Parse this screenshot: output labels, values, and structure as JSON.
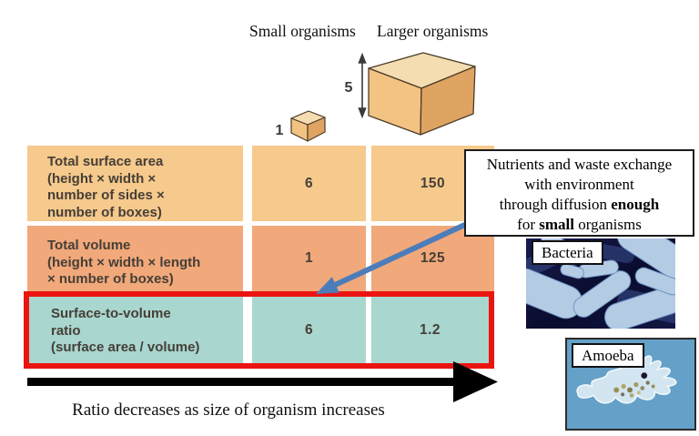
{
  "headers": {
    "small": "Small organisms",
    "larger": "Larger organisms"
  },
  "cubes": {
    "small_scale": "1",
    "large_scale": "5"
  },
  "table": {
    "rows": [
      {
        "label_lines": [
          "Total surface area",
          "(height × width ×",
          "number of sides ×",
          "number of boxes)"
        ],
        "values": [
          "6",
          "150"
        ]
      },
      {
        "label_lines": [
          "Total volume",
          "(height × width × length",
          "× number of boxes)"
        ],
        "values": [
          "1",
          "125"
        ]
      },
      {
        "label_lines": [
          "Surface-to-volume",
          "ratio",
          "(surface area  /  volume)"
        ],
        "values": [
          "6",
          "1.2"
        ],
        "highlighted": true
      }
    ]
  },
  "callout": {
    "lines": [
      {
        "segments": [
          {
            "t": "Nutrients and waste exchange"
          }
        ]
      },
      {
        "segments": [
          {
            "t": "with environment"
          }
        ]
      },
      {
        "segments": [
          {
            "t": "through diffusion "
          },
          {
            "t": "enough",
            "bold": true
          }
        ]
      },
      {
        "segments": [
          {
            "t": "for "
          },
          {
            "t": "small",
            "bold": true
          },
          {
            "t": " organisms"
          }
        ]
      }
    ]
  },
  "photos": [
    {
      "label": "Bacteria"
    },
    {
      "label": "Amoeba"
    }
  ],
  "footer": {
    "caption": "Ratio decreases as size of organism increases"
  },
  "colors": {
    "row1": "#f6c98c",
    "row2": "#f1a87a",
    "row3": "#a9d6ce",
    "highlight-red": "#ea1511",
    "arrow-blue": "#4c7dba",
    "arrow-black": "#000000",
    "cube-top": "#f4ddb0",
    "cube-left": "#f2c383",
    "cube-right": "#dfa362",
    "table-text": "#453f37",
    "bacteria-bg": "#0d1038",
    "bacteria-rod": "#b4cbe4",
    "amoeba-bg": "#64a0c8"
  }
}
